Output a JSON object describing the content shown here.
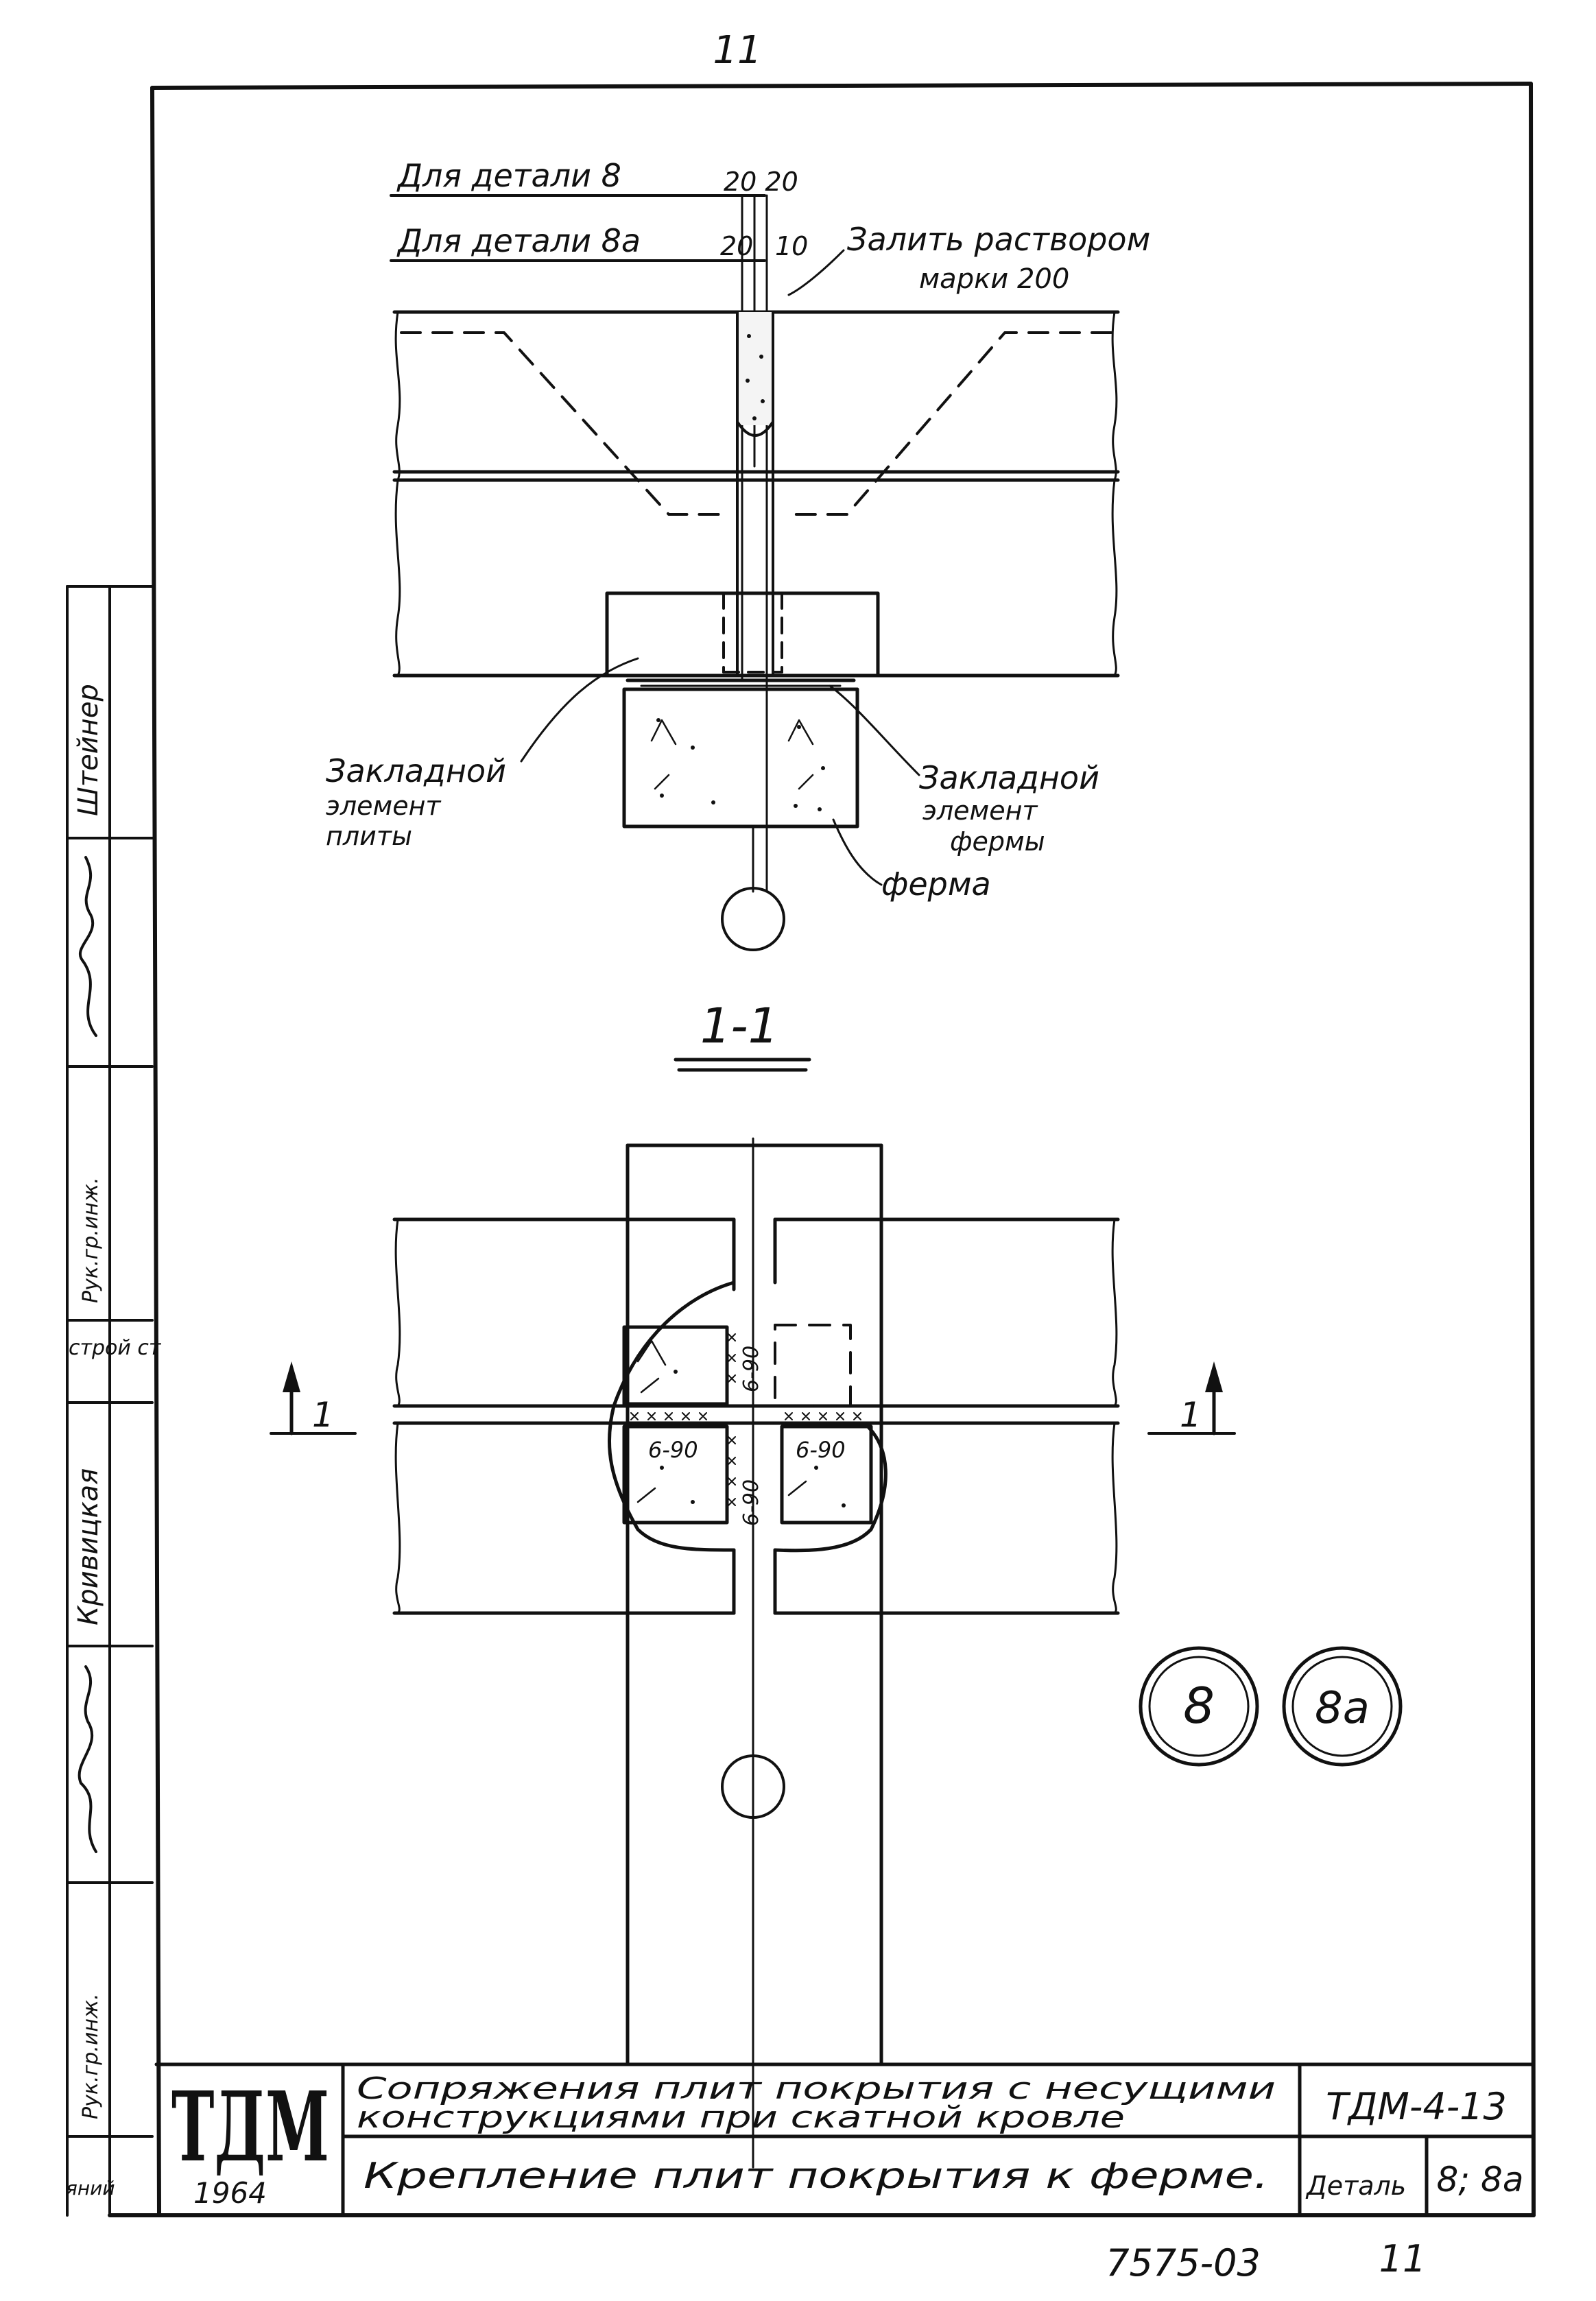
{
  "sheet": {
    "page_number": "11",
    "footer_code": "7575-03",
    "footer_page": "11"
  },
  "elevation": {
    "note_detail_8": "Для детали 8",
    "dim_detail_8": "20 20",
    "note_detail_8a": "Для детали 8а",
    "dim_detail_8a_left": "20",
    "dim_detail_8a_right": "10",
    "grout_note_line1": "Залить раствором",
    "grout_note_line2": "марки 200",
    "embed_slab_line1": "Закладной",
    "embed_slab_line2": "элемент",
    "embed_slab_line3": "плиты",
    "embed_truss_line1": "Закладной",
    "embed_truss_line2": "элемент",
    "embed_truss_line3": "фермы",
    "truss_label": "ферма"
  },
  "plan": {
    "section_title": "1-1",
    "cut_left": "1",
    "cut_right": "1",
    "weld_1": "6-90",
    "weld_2": "6-90",
    "weld_3": "6-90",
    "weld_4": "6-90"
  },
  "detail_markers": {
    "marker_a": "8",
    "marker_b": "8а"
  },
  "title_block": {
    "logo": "ТДМ",
    "year": "1964",
    "series_title_line1": "Сопряжения плит покрытия с несущими",
    "series_title_line2": "конструкциями при скатной кровле",
    "sheet_title": "Крепление плит покрытия к ферме.",
    "doc_code": "ТДМ-4-13",
    "detail_label": "Деталь",
    "detail_value": "8; 8а"
  },
  "side_stamp": {
    "name_1": "Штейнер",
    "role_1": "Рук.гр.инж.",
    "org": "строй ст",
    "name_2": "Кривицкая",
    "role_2": "Рук.гр.инж.",
    "corner": "яний"
  }
}
